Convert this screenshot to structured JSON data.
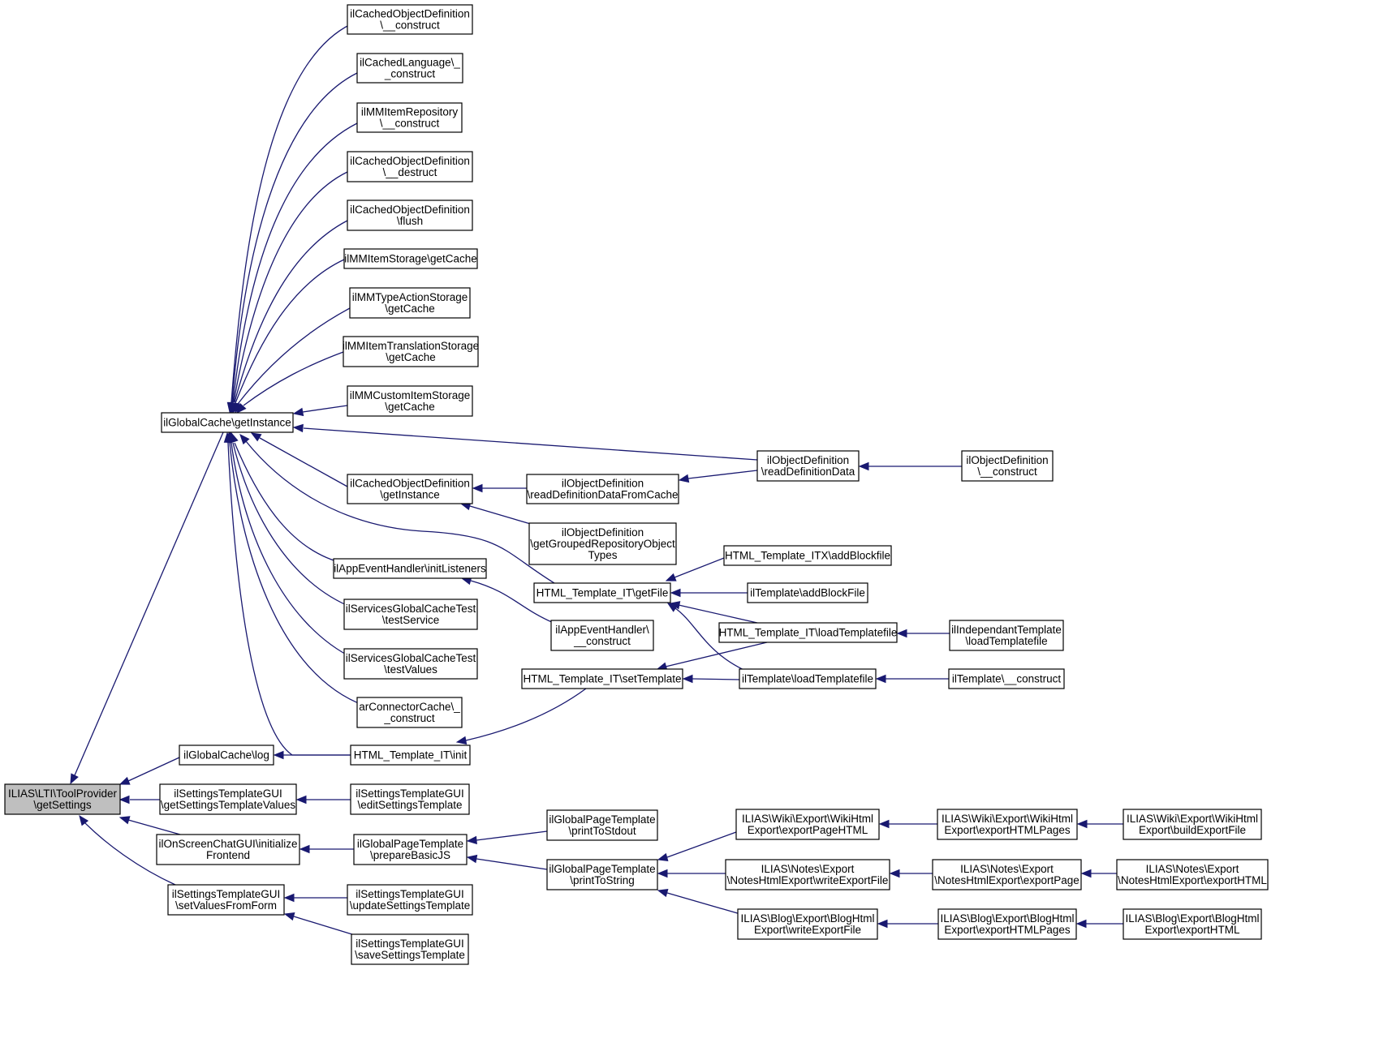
{
  "diagram": {
    "colors": {
      "edge": "#191970",
      "node_fill": "#ffffff",
      "focus_fill": "#bfbfbf",
      "node_stroke": "#000000"
    },
    "nodes": [
      {
        "id": "n0",
        "lines": [
          "ILIAS\\LTI\\ToolProvider",
          "\\getSettings"
        ],
        "focus": true
      },
      {
        "id": "n1",
        "lines": [
          "ilGlobalCache\\getInstance"
        ]
      },
      {
        "id": "n2",
        "lines": [
          "ilGlobalCache\\log"
        ]
      },
      {
        "id": "n3",
        "lines": [
          "ilSettingsTemplateGUI",
          "\\getSettingsTemplateValues"
        ]
      },
      {
        "id": "n4",
        "lines": [
          "ilOnScreenChatGUI\\initialize",
          "Frontend"
        ]
      },
      {
        "id": "n5",
        "lines": [
          "ilSettingsTemplateGUI",
          "\\setValuesFromForm"
        ]
      },
      {
        "id": "n6",
        "lines": [
          "ilCachedObjectDefinition",
          "\\__construct"
        ]
      },
      {
        "id": "n7",
        "lines": [
          "ilCachedLanguage\\_",
          "_construct"
        ]
      },
      {
        "id": "n8",
        "lines": [
          "ilMMItemRepository",
          "\\__construct"
        ]
      },
      {
        "id": "n9",
        "lines": [
          "ilCachedObjectDefinition",
          "\\__destruct"
        ]
      },
      {
        "id": "n10",
        "lines": [
          "ilCachedObjectDefinition",
          "\\flush"
        ]
      },
      {
        "id": "n11",
        "lines": [
          "ilMMItemStorage\\getCache"
        ]
      },
      {
        "id": "n12",
        "lines": [
          "ilMMTypeActionStorage",
          "\\getCache"
        ]
      },
      {
        "id": "n13",
        "lines": [
          "ilMMItemTranslationStorage",
          "\\getCache"
        ]
      },
      {
        "id": "n14",
        "lines": [
          "ilMMCustomItemStorage",
          "\\getCache"
        ]
      },
      {
        "id": "n15",
        "lines": [
          "ilCachedObjectDefinition",
          "\\getInstance"
        ]
      },
      {
        "id": "n16",
        "lines": [
          "ilAppEventHandler\\initListeners"
        ]
      },
      {
        "id": "n17",
        "lines": [
          "ilServicesGlobalCacheTest",
          "\\testService"
        ]
      },
      {
        "id": "n18",
        "lines": [
          "ilServicesGlobalCacheTest",
          "\\testValues"
        ]
      },
      {
        "id": "n19",
        "lines": [
          "arConnectorCache\\_",
          "_construct"
        ]
      },
      {
        "id": "n20",
        "lines": [
          "HTML_Template_IT\\init"
        ]
      },
      {
        "id": "n21",
        "lines": [
          "ilSettingsTemplateGUI",
          "\\editSettingsTemplate"
        ]
      },
      {
        "id": "n22",
        "lines": [
          "ilGlobalPageTemplate",
          "\\prepareBasicJS"
        ]
      },
      {
        "id": "n23",
        "lines": [
          "ilSettingsTemplateGUI",
          "\\updateSettingsTemplate"
        ]
      },
      {
        "id": "n24",
        "lines": [
          "ilSettingsTemplateGUI",
          "\\saveSettingsTemplate"
        ]
      },
      {
        "id": "n25",
        "lines": [
          "ilObjectDefinition",
          "\\readDefinitionDataFromCache"
        ]
      },
      {
        "id": "n26",
        "lines": [
          "ilObjectDefinition",
          "\\getGroupedRepositoryObject",
          "Types"
        ]
      },
      {
        "id": "n27",
        "lines": [
          "HTML_Template_IT\\getFile"
        ]
      },
      {
        "id": "n28",
        "lines": [
          "ilAppEventHandler\\",
          "__construct"
        ]
      },
      {
        "id": "n29",
        "lines": [
          "HTML_Template_IT\\setTemplate"
        ]
      },
      {
        "id": "n30",
        "lines": [
          "ilGlobalPageTemplate",
          "\\printToStdout"
        ]
      },
      {
        "id": "n31",
        "lines": [
          "ilGlobalPageTemplate",
          "\\printToString"
        ]
      },
      {
        "id": "n32",
        "lines": [
          "ilObjectDefinition",
          "\\readDefinitionData"
        ]
      },
      {
        "id": "n33",
        "lines": [
          "HTML_Template_ITX\\addBlockfile"
        ]
      },
      {
        "id": "n34",
        "lines": [
          "ilTemplate\\addBlockFile"
        ]
      },
      {
        "id": "n35",
        "lines": [
          "HTML_Template_IT\\loadTemplatefile"
        ]
      },
      {
        "id": "n36",
        "lines": [
          "ilTemplate\\loadTemplatefile"
        ]
      },
      {
        "id": "n37",
        "lines": [
          "ILIAS\\Wiki\\Export\\WikiHtml",
          "Export\\exportPageHTML"
        ]
      },
      {
        "id": "n38",
        "lines": [
          "ILIAS\\Notes\\Export",
          "\\NotesHtmlExport\\writeExportFile"
        ]
      },
      {
        "id": "n39",
        "lines": [
          "ILIAS\\Blog\\Export\\BlogHtml",
          "Export\\writeExportFile"
        ]
      },
      {
        "id": "n40",
        "lines": [
          "ilObjectDefinition",
          "\\__construct"
        ]
      },
      {
        "id": "n41",
        "lines": [
          "ilIndependantTemplate",
          "\\loadTemplatefile"
        ]
      },
      {
        "id": "n42",
        "lines": [
          "ilTemplate\\__construct"
        ]
      },
      {
        "id": "n43",
        "lines": [
          "ILIAS\\Wiki\\Export\\WikiHtml",
          "Export\\exportHTMLPages"
        ]
      },
      {
        "id": "n44",
        "lines": [
          "ILIAS\\Notes\\Export",
          "\\NotesHtmlExport\\exportPage"
        ]
      },
      {
        "id": "n45",
        "lines": [
          "ILIAS\\Blog\\Export\\BlogHtml",
          "Export\\exportHTMLPages"
        ]
      },
      {
        "id": "n46",
        "lines": [
          "ILIAS\\Wiki\\Export\\WikiHtml",
          "Export\\buildExportFile"
        ]
      },
      {
        "id": "n47",
        "lines": [
          "ILIAS\\Notes\\Export",
          "\\NotesHtmlExport\\exportHTML"
        ]
      },
      {
        "id": "n48",
        "lines": [
          "ILIAS\\Blog\\Export\\BlogHtml",
          "Export\\exportHTML"
        ]
      }
    ],
    "edges": [
      [
        "n1",
        "n0"
      ],
      [
        "n2",
        "n0"
      ],
      [
        "n3",
        "n0"
      ],
      [
        "n4",
        "n0"
      ],
      [
        "n5",
        "n0"
      ],
      [
        "n6",
        "n1"
      ],
      [
        "n7",
        "n1"
      ],
      [
        "n8",
        "n1"
      ],
      [
        "n9",
        "n1"
      ],
      [
        "n10",
        "n1"
      ],
      [
        "n11",
        "n1"
      ],
      [
        "n12",
        "n1"
      ],
      [
        "n13",
        "n1"
      ],
      [
        "n14",
        "n1"
      ],
      [
        "n15",
        "n1"
      ],
      [
        "n16",
        "n1"
      ],
      [
        "n17",
        "n1"
      ],
      [
        "n18",
        "n1"
      ],
      [
        "n19",
        "n1"
      ],
      [
        "n20",
        "n1"
      ],
      [
        "n27",
        "n1"
      ],
      [
        "n32",
        "n1"
      ],
      [
        "n20",
        "n2"
      ],
      [
        "n21",
        "n3"
      ],
      [
        "n22",
        "n4"
      ],
      [
        "n23",
        "n5"
      ],
      [
        "n24",
        "n5"
      ],
      [
        "n25",
        "n15"
      ],
      [
        "n26",
        "n15"
      ],
      [
        "n28",
        "n16"
      ],
      [
        "n29",
        "n20"
      ],
      [
        "n30",
        "n22"
      ],
      [
        "n31",
        "n22"
      ],
      [
        "n32",
        "n25"
      ],
      [
        "n33",
        "n27"
      ],
      [
        "n34",
        "n27"
      ],
      [
        "n35",
        "n27"
      ],
      [
        "n36",
        "n27"
      ],
      [
        "n35",
        "n29"
      ],
      [
        "n36",
        "n29"
      ],
      [
        "n37",
        "n31"
      ],
      [
        "n38",
        "n31"
      ],
      [
        "n39",
        "n31"
      ],
      [
        "n40",
        "n32"
      ],
      [
        "n41",
        "n35"
      ],
      [
        "n42",
        "n36"
      ],
      [
        "n43",
        "n37"
      ],
      [
        "n44",
        "n38"
      ],
      [
        "n45",
        "n39"
      ],
      [
        "n46",
        "n43"
      ],
      [
        "n47",
        "n44"
      ],
      [
        "n48",
        "n45"
      ]
    ]
  }
}
